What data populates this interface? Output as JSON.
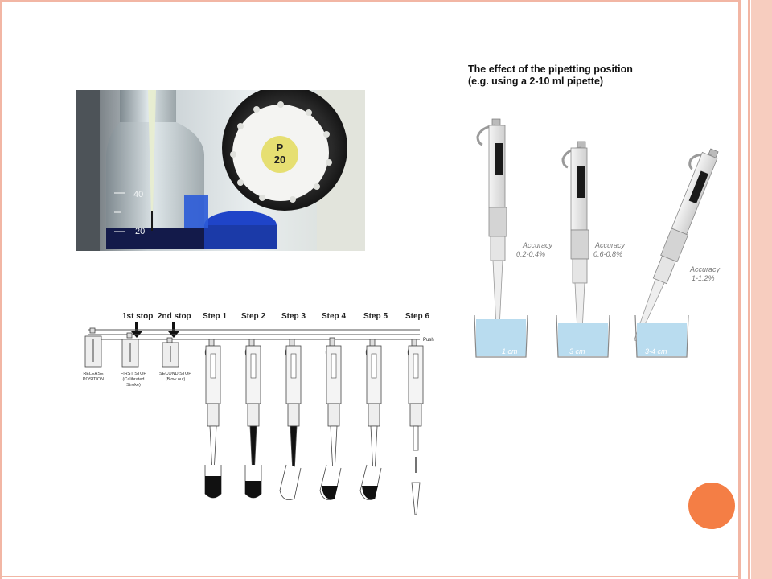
{
  "colors": {
    "accent": "#f47e45",
    "frame": "#f2b6a4",
    "liquid": "#b9dcef"
  },
  "photo": {
    "icon": "pipette-and-bottle-photo",
    "cap_label_line1": "P",
    "cap_label_line2": "20",
    "scale_40": "40",
    "scale_20": "20"
  },
  "effect_diagram": {
    "title_line1": "The effect of the pipetting position",
    "title_line2": "(e.g. using a 2-10 ml pipette)",
    "panels": [
      {
        "accuracy_label": "Accuracy",
        "accuracy_value": "0.2-0.4%",
        "depth": "1 cm"
      },
      {
        "accuracy_label": "Accuracy",
        "accuracy_value": "0.6-0.8%",
        "depth": "3 cm"
      },
      {
        "accuracy_label": "Accuracy",
        "accuracy_value": "1-1.2%",
        "depth": "3-4 cm"
      }
    ]
  },
  "steps_diagram": {
    "headers": [
      "1st stop",
      "2nd stop",
      "Step 1",
      "Step 2",
      "Step 3",
      "Step 4",
      "Step 5",
      "Step 6"
    ],
    "push_label": "Push",
    "positions": [
      {
        "line1": "RELEASE",
        "line2": "POSITION",
        "line3": ""
      },
      {
        "line1": "FIRST STOP",
        "line2": "(Calibrated",
        "line3": "Stroke)"
      },
      {
        "line1": "SECOND STOP",
        "line2": "(Blow out)",
        "line3": ""
      }
    ]
  }
}
